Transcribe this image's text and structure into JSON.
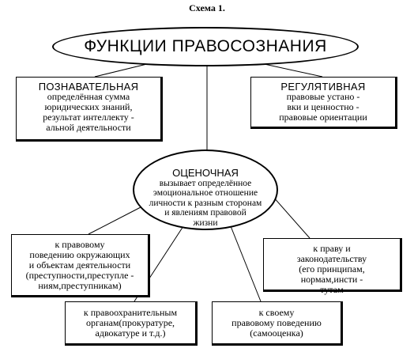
{
  "caption": "Схема 1.",
  "main": {
    "title": "ФУНКЦИИ ПРАВОСОЗНАНИЯ"
  },
  "cognitive": {
    "head": "ПОЗНАВАТЕЛЬНАЯ",
    "body": "определённая сумма\nюридических знаний,\nрезультат интеллекту -\nальной деятельности"
  },
  "regulative": {
    "head": "РЕГУЛЯТИВНАЯ",
    "body": "правовые устано -\nвки и ценностно -\nправовые ориентации"
  },
  "evaluative": {
    "head": "ОЦЕНОЧНАЯ",
    "body": "вызывает определённое\nэмоциональное отношение\nличности к разным сторонам\nи явлениям правовой\nжизни"
  },
  "targets": {
    "others": "к правовому\nповедению окружающих\nи объектам деятельности\n(преступности,преступле -\nниям,преступникам)",
    "norms": "к праву и\nзаконодательству\n(его принципам,\nнормам,инсти -\nтутам",
    "organs": "к правоохранительным\nорганам(прокуратуре,\nадвокатуре и т.д.)",
    "own": "к своему\nправовому поведению\n(самооценка)"
  }
}
